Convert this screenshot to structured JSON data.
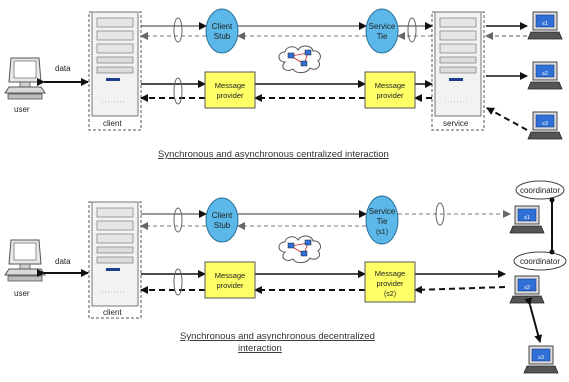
{
  "diagram_top": {
    "user_label": "user",
    "data_label": "data",
    "client_label": "client",
    "service_label": "service",
    "client_stub": [
      "Client",
      "Stub"
    ],
    "service_tie": [
      "Service",
      "Tie"
    ],
    "message_provider_left": [
      "Message",
      "provider"
    ],
    "message_provider_right": [
      "Message",
      "provider"
    ],
    "caption": "Synchronous and asynchronous centralized interaction",
    "services": [
      "s1",
      "s2",
      "s3"
    ]
  },
  "diagram_bottom": {
    "user_label": "user",
    "data_label": "data",
    "client_label": "client",
    "client_stub": [
      "Client",
      "Stub"
    ],
    "service_tie": [
      "Service",
      "Tie",
      "(s1)"
    ],
    "message_provider_left": [
      "Message",
      "provider"
    ],
    "message_provider_right": [
      "Message",
      "provider",
      "(s2)"
    ],
    "coordinator_top": "coordinator",
    "coordinator_bottom": "coordinator",
    "caption_lines": [
      "Synchronous and asynchronous decentralized",
      "interaction"
    ],
    "services": [
      "s1",
      "s2",
      "s3"
    ]
  },
  "colors": {
    "stub_fill": "#5bb8e8",
    "provider_fill": "#ffff66",
    "monitor_blue": "#2f6fd6"
  },
  "icons": [
    "desktop-computer-icon",
    "server-tower-icon",
    "network-cloud-icon",
    "service-monitor-icon"
  ]
}
